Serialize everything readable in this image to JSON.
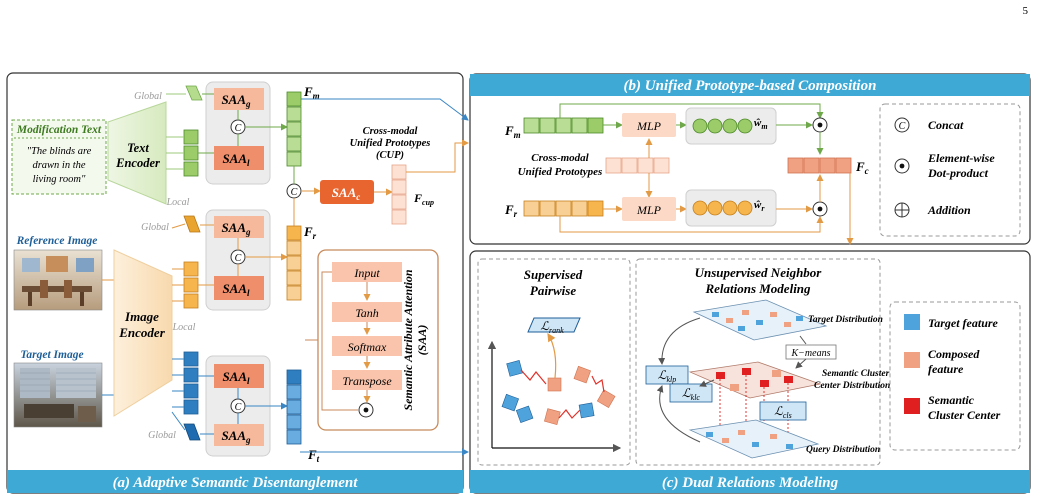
{
  "page_number": "5",
  "panel_a": {
    "caption": "(a) Adaptive Semantic Disentanglement",
    "global_label": "Global",
    "local_label": "Local",
    "text_input": {
      "title": "Modification Text",
      "quote_line1": "\"The blinds are",
      "quote_line2": "drawn in the",
      "quote_line3": "living room\""
    },
    "text_encoder": {
      "line1": "Text",
      "line2": "Encoder"
    },
    "image_encoder": {
      "line1": "Image",
      "line2": "Encoder"
    },
    "reference_image_title": "Reference Image",
    "target_image_title": "Target Image",
    "saa_g": "SAA",
    "saa_g_sub": "g",
    "saa_l": "SAA",
    "saa_l_sub": "l",
    "saa_c": "SAA",
    "saa_c_sub": "c",
    "concat_symbol": "C",
    "f_m": "F",
    "f_m_sub": "m",
    "f_r": "F",
    "f_r_sub": "r",
    "f_t": "F",
    "f_t_sub": "t",
    "f_cup": "F",
    "f_cup_sub": "cup",
    "cup": {
      "line1": "Cross-modal",
      "line2": "Unified Prototypes",
      "line3": "(CUP)"
    },
    "saa_module": {
      "title_line1": "Semantic Attribute Attention",
      "title_line2": "(SAA)",
      "steps": [
        "Input",
        "Tanh",
        "Softmax",
        "Transpose"
      ]
    }
  },
  "panel_b": {
    "title": "(b) Unified Prototype-based Composition",
    "mlp": "MLP",
    "f_m": "F",
    "f_m_sub": "m",
    "f_r": "F",
    "f_r_sub": "r",
    "f_c": "F",
    "f_c_sub": "c",
    "w_m": "ŵ",
    "w_m_sub": "m",
    "w_r": "ŵ",
    "w_r_sub": "r",
    "cup_line1": "Cross-modal",
    "cup_line2": "Unified Prototypes",
    "legend": {
      "concat_symbol": "C",
      "concat": "Concat",
      "dot_line1": "Element-wise",
      "dot_line2": "Dot-product",
      "addition": "Addition"
    }
  },
  "panel_c": {
    "caption": "(c) Dual Relations Modeling",
    "supervised_line1": "Supervised",
    "supervised_line2": "Pairwise",
    "unsupervised_line1": "Unsupervised Neighbor",
    "unsupervised_line2": "Relations Modeling",
    "l_rank": "ℒ",
    "l_rank_sub": "rank",
    "l_klp": "ℒ",
    "l_klp_sub": "klp",
    "l_klc": "ℒ",
    "l_klc_sub": "klc",
    "l_cls": "ℒ",
    "l_cls_sub": "cls",
    "kmeans": "K−means",
    "target_distribution": "Target Distribution",
    "semantic_line1": "Semantic Cluster",
    "semantic_line2": "Center Distribution",
    "query_distribution": "Query Distribution",
    "legend": {
      "target_feature": "Target feature",
      "composed_line1": "Composed",
      "composed_line2": "feature",
      "cluster_line1": "Semantic",
      "cluster_line2": "Cluster Center"
    }
  },
  "colors": {
    "green_fill": "#9ccc6a",
    "green_dark": "#4e8a2a",
    "orange_fill": "#f7c47e",
    "orange_dark": "#d98b2b",
    "blue_fill": "#4fa3dc",
    "blue_dark": "#1f5f98",
    "salmon": "#f0a182",
    "header_blue": "#3fa9d6",
    "red": "#e02020"
  }
}
